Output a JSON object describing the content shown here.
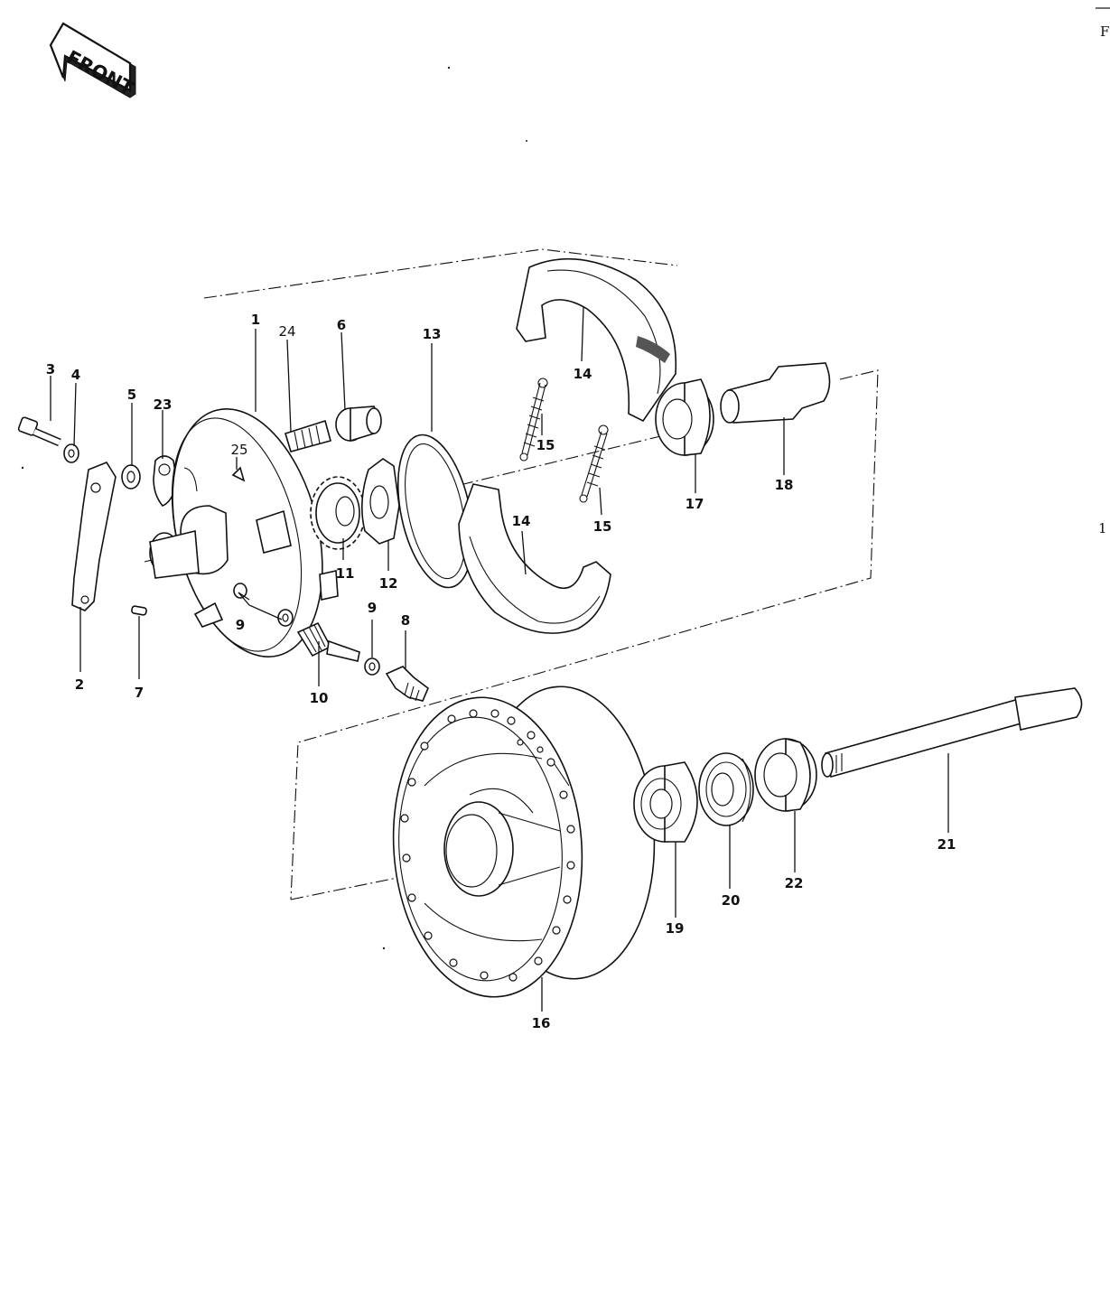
{
  "direction_badge": {
    "label": "FRONT"
  },
  "edge_fragments": {
    "top_right": "F",
    "right": "1"
  },
  "callouts": [
    {
      "id": "1",
      "text": "1"
    },
    {
      "id": "2",
      "text": "2"
    },
    {
      "id": "3",
      "text": "3"
    },
    {
      "id": "4",
      "text": "4"
    },
    {
      "id": "5",
      "text": "5"
    },
    {
      "id": "6",
      "text": "6"
    },
    {
      "id": "7",
      "text": "7"
    },
    {
      "id": "8",
      "text": "8"
    },
    {
      "id": "9a",
      "text": "9"
    },
    {
      "id": "9b",
      "text": "9"
    },
    {
      "id": "10",
      "text": "10"
    },
    {
      "id": "11",
      "text": "11"
    },
    {
      "id": "12",
      "text": "12"
    },
    {
      "id": "13",
      "text": "13"
    },
    {
      "id": "14a",
      "text": "14"
    },
    {
      "id": "14b",
      "text": "14"
    },
    {
      "id": "15a",
      "text": "15"
    },
    {
      "id": "15b",
      "text": "15"
    },
    {
      "id": "16",
      "text": "16"
    },
    {
      "id": "17",
      "text": "17"
    },
    {
      "id": "18",
      "text": "18"
    },
    {
      "id": "19",
      "text": "19"
    },
    {
      "id": "20",
      "text": "20"
    },
    {
      "id": "21",
      "text": "21"
    },
    {
      "id": "22",
      "text": "22"
    },
    {
      "id": "23",
      "text": "23"
    },
    {
      "id": "24",
      "text": "24"
    },
    {
      "id": "25",
      "text": "25"
    }
  ]
}
